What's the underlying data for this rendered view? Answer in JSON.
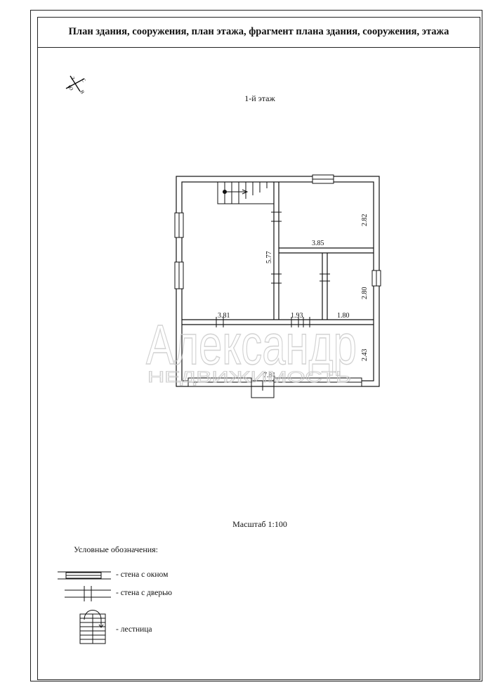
{
  "title": "План здания, сооружения, план этажа, фрагмент плана здания, сооружения, этажа",
  "compass": {
    "n": "С",
    "s": "Ю",
    "w": "З",
    "e": "В"
  },
  "floor_label": "1-й этаж",
  "dimensions": {
    "upper_left_height": "5.77",
    "upper_right_height": "2.82",
    "middle_width": "3.85",
    "middle_right_height": "2.80",
    "bottom_left_width": "3.81",
    "bottom_mid_width": "1.93",
    "bottom_right_width": "1.80",
    "bottom_right_height": "2.43",
    "total_width": "7.81"
  },
  "scale_label": "Масштаб 1:100",
  "legend": {
    "title": "Условные обозначения:",
    "window_wall": "- стена с окном",
    "door_wall": "- стена с дверью",
    "stairs": "- лестница"
  },
  "watermark": {
    "main": "Александр",
    "sub": "НЕДВИЖИМОСТЬ"
  }
}
